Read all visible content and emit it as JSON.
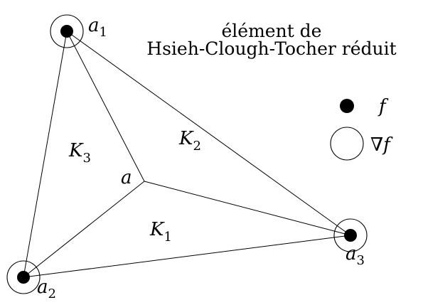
{
  "title": {
    "line1": "élément de",
    "line2": "Hsieh-Clough-Tocher réduit"
  },
  "vertices": {
    "a1": {
      "base": "a",
      "sub": "1"
    },
    "a2": {
      "base": "a",
      "sub": "2"
    },
    "a3": {
      "base": "a",
      "sub": "3"
    },
    "center": {
      "base": "a"
    }
  },
  "subtriangles": {
    "k1": {
      "base": "K",
      "sub": "1"
    },
    "k2": {
      "base": "K",
      "sub": "2"
    },
    "k3": {
      "base": "K",
      "sub": "3"
    }
  },
  "legend": {
    "value_label": "f",
    "gradient_symbol": "∇",
    "gradient_label": "f"
  },
  "colors": {
    "ink": "#000000",
    "background": "#ffffff"
  }
}
